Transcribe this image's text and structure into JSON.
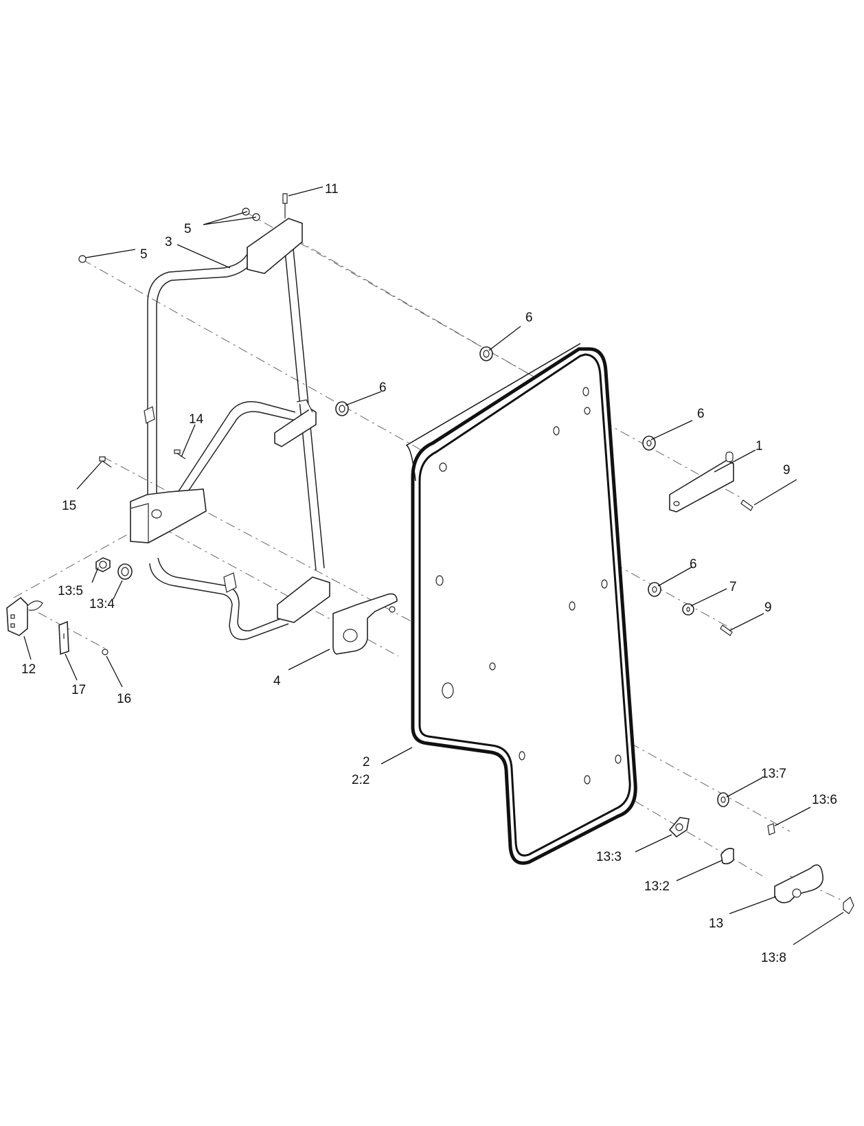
{
  "diagram": {
    "labels": [
      "11",
      "5",
      "5",
      "3",
      "6",
      "6",
      "6",
      "1",
      "9",
      "14",
      "15",
      "13:5",
      "13:4",
      "12",
      "17",
      "16",
      "4",
      "6",
      "7",
      "9",
      "2",
      "2:2",
      "13:7",
      "13:6",
      "13:3",
      "13:2",
      "13",
      "13:8"
    ]
  }
}
